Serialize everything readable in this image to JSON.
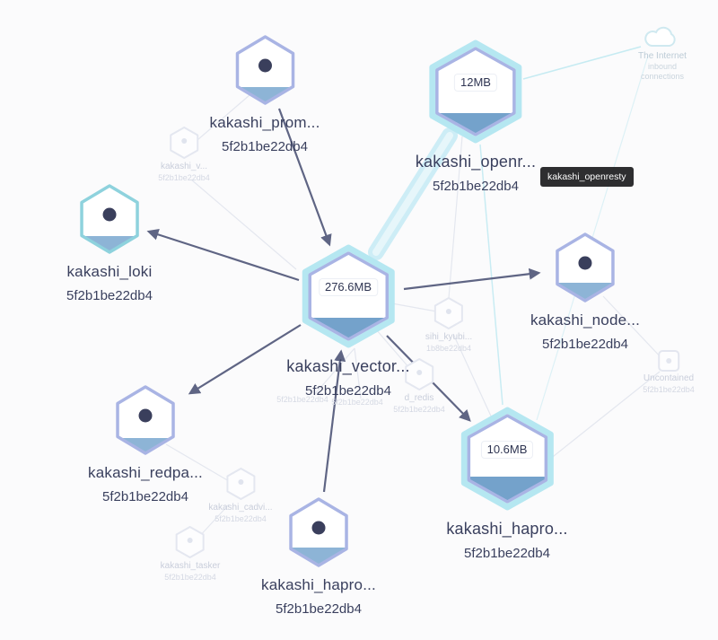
{
  "tooltip": {
    "text": "kakashi_openresty"
  },
  "nodes": [
    {
      "label": "kakashi_prom...",
      "sub": "5f2b1be22db4",
      "metric": null,
      "highlighted": false
    },
    {
      "label": "kakashi_openr...",
      "sub": "5f2b1be22db4",
      "metric": "12MB",
      "highlighted": true
    },
    {
      "label": "kakashi_loki",
      "sub": "5f2b1be22db4",
      "metric": null,
      "highlighted": false
    },
    {
      "label": "kakashi_vector...",
      "sub": "5f2b1be22db4",
      "metric": "276.6MB",
      "highlighted": true
    },
    {
      "label": "kakashi_node...",
      "sub": "5f2b1be22db4",
      "metric": null,
      "highlighted": false
    },
    {
      "label": "kakashi_redpa...",
      "sub": "5f2b1be22db4",
      "metric": null,
      "highlighted": false
    },
    {
      "label": "kakashi_hapro...",
      "sub": "5f2b1be22db4",
      "metric": null,
      "highlighted": false
    },
    {
      "label": "kakashi_hapro...",
      "sub": "5f2b1be22db4",
      "metric": "10.6MB",
      "highlighted": true
    }
  ],
  "faded_nodes": [
    {
      "label": "kakashi_v...",
      "sub": "5f2b1be22db4"
    },
    {
      "label": "sihi_kyubi...",
      "sub": "1b8be22db4"
    },
    {
      "label": "d_redis",
      "sub": "5f2b1be22db4"
    },
    {
      "label": "",
      "sub": "5f2b1be22db4"
    },
    {
      "label": "",
      "sub": "5f2b1be22db4"
    },
    {
      "label": "kakashi_cadvi...",
      "sub": "5f2b1be22db4"
    },
    {
      "label": "kakashi_tasker",
      "sub": "5f2b1be22db4"
    },
    {
      "label": "Uncontained",
      "sub": "5f2b1be22db4"
    }
  ],
  "internet": {
    "title": "The Internet",
    "subtitle1": "inbound",
    "subtitle2": "connections"
  },
  "edges": [
    {
      "from": "kakashi_prom...",
      "to": "kakashi_vector...",
      "arrow": true,
      "style": "normal"
    },
    {
      "from": "kakashi_vector...",
      "to": "kakashi_loki",
      "arrow": true,
      "style": "normal"
    },
    {
      "from": "kakashi_vector...",
      "to": "kakashi_node...",
      "arrow": true,
      "style": "normal"
    },
    {
      "from": "kakashi_vector...",
      "to": "kakashi_redpa...",
      "arrow": true,
      "style": "normal"
    },
    {
      "from": "kakashi_vector...",
      "to": "kakashi_hapro... (right)",
      "arrow": true,
      "style": "normal"
    },
    {
      "from": "kakashi_hapro... (bottom)",
      "to": "kakashi_vector...",
      "arrow": true,
      "style": "normal"
    },
    {
      "from": "kakashi_openr...",
      "to": "kakashi_vector...",
      "arrow": false,
      "style": "highlighted"
    },
    {
      "from": "The Internet",
      "to": "kakashi_openr...",
      "arrow": false,
      "style": "faint-cyan"
    },
    {
      "from": "kakashi_openr...",
      "to": "kakashi_hapro... (right)",
      "arrow": false,
      "style": "faint-cyan"
    }
  ],
  "colors": {
    "highlight": "#bfe9f2",
    "node_border": "#a9b4e4",
    "node_border_cyan": "#8ed2dd",
    "fill_level": "#74a3cc",
    "dot": "#3a3f5c",
    "edge": "#575d7e",
    "label": "#3a405e",
    "faded": "#d0d5e0",
    "tooltip_bg": "#1d1d1f"
  }
}
